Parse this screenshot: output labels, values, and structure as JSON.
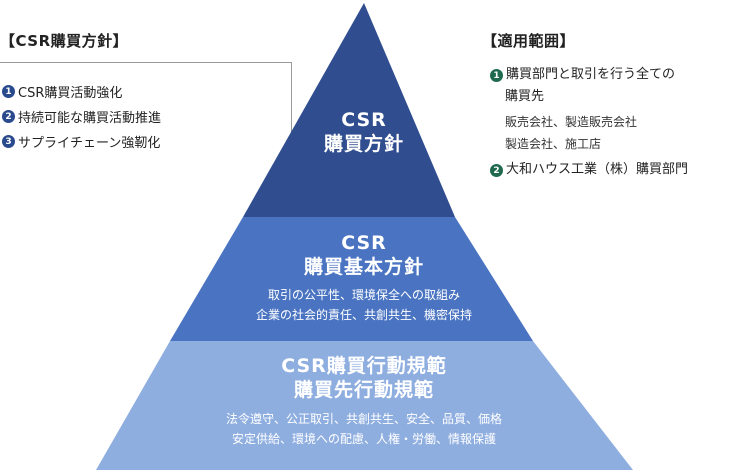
{
  "left": {
    "title": "【CSR購買方針】",
    "items": [
      {
        "num": "1",
        "label": "CSR購買活動強化"
      },
      {
        "num": "2",
        "label": "持続可能な購買活動推進"
      },
      {
        "num": "3",
        "label": "サプライチェーン強靭化"
      }
    ]
  },
  "right": {
    "title": "【適用範囲】",
    "item1": {
      "num": "1",
      "line1": "購買部門と取引を行う全ての",
      "line2": "購買先"
    },
    "sub1": "販売会社、製造販売会社",
    "sub2": "製造会社、施工店",
    "item2": {
      "num": "2",
      "label": "大和ハウス工業（株）購買部門"
    }
  },
  "pyramid": {
    "top": {
      "line1": "CSR",
      "line2": "購買方針"
    },
    "middle": {
      "line1": "CSR",
      "line2": "購買基本方針",
      "desc1": "取引の公平性、環境保全への取組み",
      "desc2": "企業の社会的責任、共創共生、機密保持"
    },
    "bottom": {
      "line1": "CSR購買行動規範",
      "line2": "購買先行動規範",
      "desc1": "法令遵守、公正取引、共創共生、安全、品質、価格",
      "desc2": "安定供給、環境への配慮、人権・労働、情報保護"
    },
    "colors": {
      "top": "#2f4d8f",
      "middle": "#4a74c2",
      "bottom": "#8faee0"
    }
  }
}
